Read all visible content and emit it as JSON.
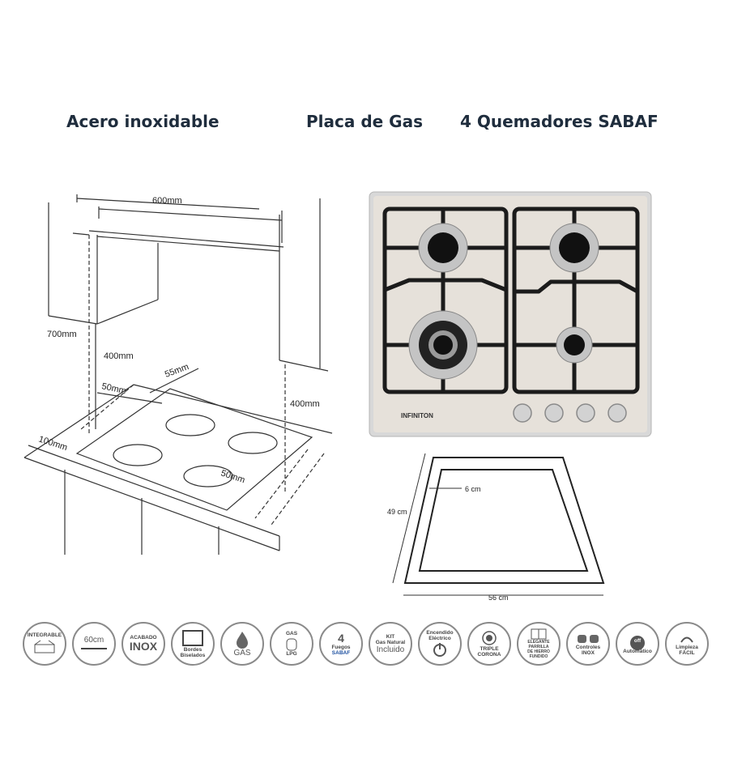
{
  "header": {
    "title_material": "Acero inoxidable",
    "title_type": "Placa de Gas",
    "title_burners": "4 Quemadores SABAF"
  },
  "install_diagram": {
    "width_label": "600mm",
    "height_label": "700mm",
    "cabinet_gap_label": "400mm",
    "right_gap_label": "400mm",
    "side_gap_label": "55mm",
    "front_gap_label": "50mm",
    "back_gap_label": "100mm",
    "corner_gap_label": "50mm"
  },
  "product": {
    "brand": "INFINITON",
    "colors": {
      "steel": "#e6e1da",
      "grate": "#1b1b1b",
      "frame": "#c9c9c9"
    }
  },
  "cutout_diagram": {
    "depth_label": "49 cm",
    "width_label": "56 cm",
    "margin_label": "6 cm"
  },
  "features": [
    {
      "icon": "integrable-icon",
      "lines": [
        "INTEGRABLE"
      ]
    },
    {
      "icon": "width-60cm-icon",
      "lines": [
        "60cm"
      ]
    },
    {
      "icon": "inox-finish-icon",
      "lines": [
        "ACABADO",
        "INOX"
      ]
    },
    {
      "icon": "sealed-burners-icon",
      "lines": [
        "Bordes",
        "Biselados"
      ]
    },
    {
      "icon": "gas-flame-icon",
      "lines": [
        "GAS"
      ]
    },
    {
      "icon": "lpg-bottle-icon",
      "lines": [
        "GAS",
        "LPG"
      ]
    },
    {
      "icon": "four-burners-icon",
      "lines": [
        "4",
        "Fuegos",
        "SABAF"
      ]
    },
    {
      "icon": "natural-gas-kit-icon",
      "lines": [
        "KIT",
        "Gas Natural",
        "Incluido"
      ]
    },
    {
      "icon": "electric-ignition-icon",
      "lines": [
        "Encendido",
        "Eléctrico"
      ]
    },
    {
      "icon": "triple-crown-icon",
      "lines": [
        "TRIPLE",
        "CORONA"
      ]
    },
    {
      "icon": "cast-iron-grate-icon",
      "lines": [
        "ELEGANTE",
        "PARRILLA",
        "DE HIERRO",
        "FUNDIDO"
      ]
    },
    {
      "icon": "inox-controls-icon",
      "lines": [
        "Controles",
        "INOX"
      ]
    },
    {
      "icon": "auto-off-icon",
      "lines": [
        "off",
        "Automático"
      ]
    },
    {
      "icon": "easy-clean-icon",
      "lines": [
        "Limpieza",
        "FÁCIL"
      ]
    }
  ]
}
